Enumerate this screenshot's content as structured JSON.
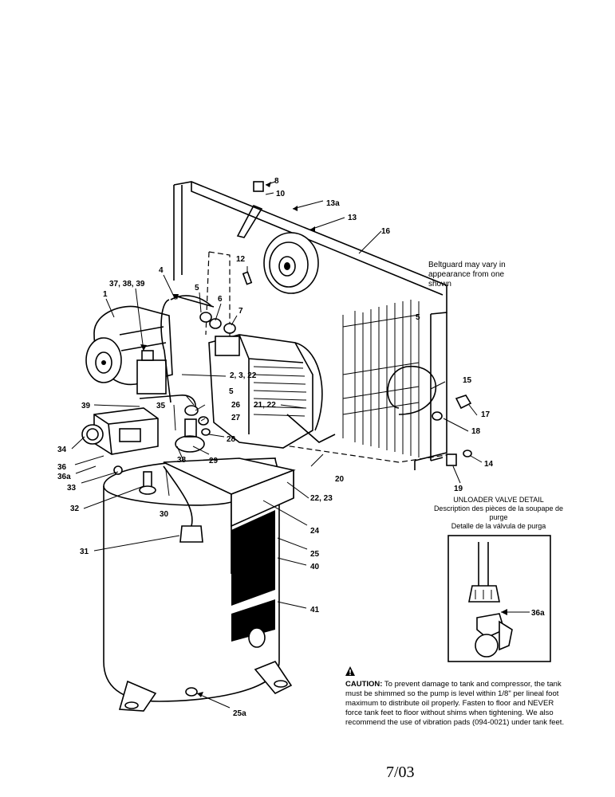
{
  "callouts": {
    "p8": "8",
    "p10": "10",
    "p13a": "13a",
    "p13": "13",
    "p16": "16",
    "p12": "12",
    "p37": "37, 38, 39",
    "p4": "4",
    "p1": "1",
    "p5a": "5",
    "p6": "6",
    "p7": "7",
    "p2": "2, 3, 22",
    "p5b": "5",
    "p26": "26",
    "p27": "27",
    "p2122": "21, 22",
    "p39": "39",
    "p35": "35",
    "p28": "28",
    "p34": "34",
    "p36": "36",
    "p36a": "36a",
    "p33": "33",
    "p38": "38",
    "p29": "29",
    "p20": "20",
    "p32": "32",
    "p30": "30",
    "p2223": "22, 23",
    "p24": "24",
    "p31": "31",
    "p25": "25",
    "p40": "40",
    "p41": "41",
    "p25a": "25a",
    "p15": "15",
    "p17": "17",
    "p18": "18",
    "p14": "14",
    "p19": "19",
    "p5c": "5",
    "detail36a": "36a"
  },
  "notes": {
    "beltguard": "Beltguard may vary in appearance from one shown",
    "detail_title_en": "UNLOADER VALVE DETAIL",
    "detail_title_fr": "Description des pièces de la soupape de purge",
    "detail_title_es": "Detalle de la válvula de purga",
    "caution_label": "CAUTION:",
    "caution_text": "To prevent damage to tank and compressor, the tank must be shimmed so the pump is level within 1/8\" per lineal foot maximum to distribute oil properly. Fasten to floor and NEVER force tank feet to floor without shims when tightening. We also recommend the use of vibration pads (094-0021) under tank feet.",
    "page_code": "7/03"
  },
  "icons": {
    "warning": "warning-triangle-icon"
  }
}
